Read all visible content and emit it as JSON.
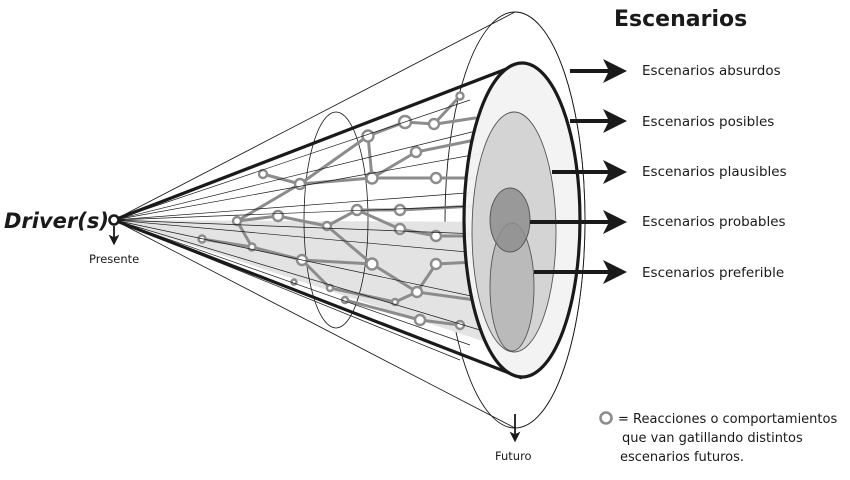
{
  "title": "Escenarios",
  "driver": {
    "label": "Driver(s)",
    "time_label": "Presente"
  },
  "future": {
    "time_label": "Futuro"
  },
  "scenarios": [
    {
      "label": "Escenarios absurdos"
    },
    {
      "label": "Escenarios posibles"
    },
    {
      "label": "Escenarios plausibles"
    },
    {
      "label": "Escenarios probables"
    },
    {
      "label": "Escenarios preferible"
    }
  ],
  "legend": {
    "icon": "hollow-circle-node",
    "lines": [
      "= Reacciones o comportamientos",
      "que van gatillando distintos",
      "escenarios futuros."
    ]
  },
  "colors": {
    "outline": "#1a1a1a",
    "node": "#8c8c8c",
    "cone_light": "#f2f2f2",
    "possible": "#d4d4d4",
    "probable": "#8e8e8e",
    "preferable": "#b5b5b5"
  }
}
